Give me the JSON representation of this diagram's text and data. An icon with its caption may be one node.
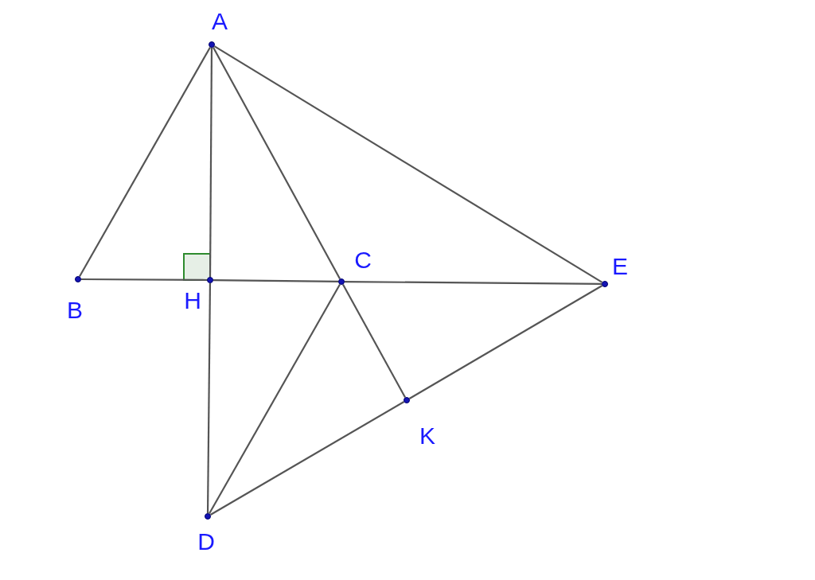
{
  "diagram": {
    "nodes": [
      {
        "text": [],
        "shape": "circle",
        "beside": [
          "A"
        ]
      },
      {
        "text": [],
        "shape": "circle",
        "beside": [
          "B"
        ]
      },
      {
        "text": [],
        "shape": "circle",
        "beside": [
          "H"
        ]
      },
      {
        "text": [],
        "shape": "circle",
        "beside": [
          "C"
        ]
      },
      {
        "text": [],
        "shape": "circle",
        "beside": [
          "E"
        ]
      },
      {
        "text": [],
        "shape": "circle",
        "beside": [
          "K"
        ]
      },
      {
        "text": [],
        "shape": "circle",
        "beside": [
          "D"
        ]
      }
    ],
    "edges": [
      {
        "from": 0,
        "to": 1,
        "arrow": "none"
      },
      {
        "from": 0,
        "to": 2,
        "arrow": "none"
      },
      {
        "from": 0,
        "to": 3,
        "arrow": "none"
      },
      {
        "from": 0,
        "to": 4,
        "arrow": "none"
      },
      {
        "from": 1,
        "to": 2,
        "arrow": "none"
      },
      {
        "from": 2,
        "to": 3,
        "arrow": "none"
      },
      {
        "from": 3,
        "to": 4,
        "arrow": "none"
      },
      {
        "from": 2,
        "to": 6,
        "arrow": "none"
      },
      {
        "from": 3,
        "to": 6,
        "arrow": "none"
      },
      {
        "from": 3,
        "to": 5,
        "arrow": "none"
      },
      {
        "from": 6,
        "to": 5,
        "arrow": "none"
      },
      {
        "from": 5,
        "to": 4,
        "arrow": "none"
      }
    ]
  }
}
